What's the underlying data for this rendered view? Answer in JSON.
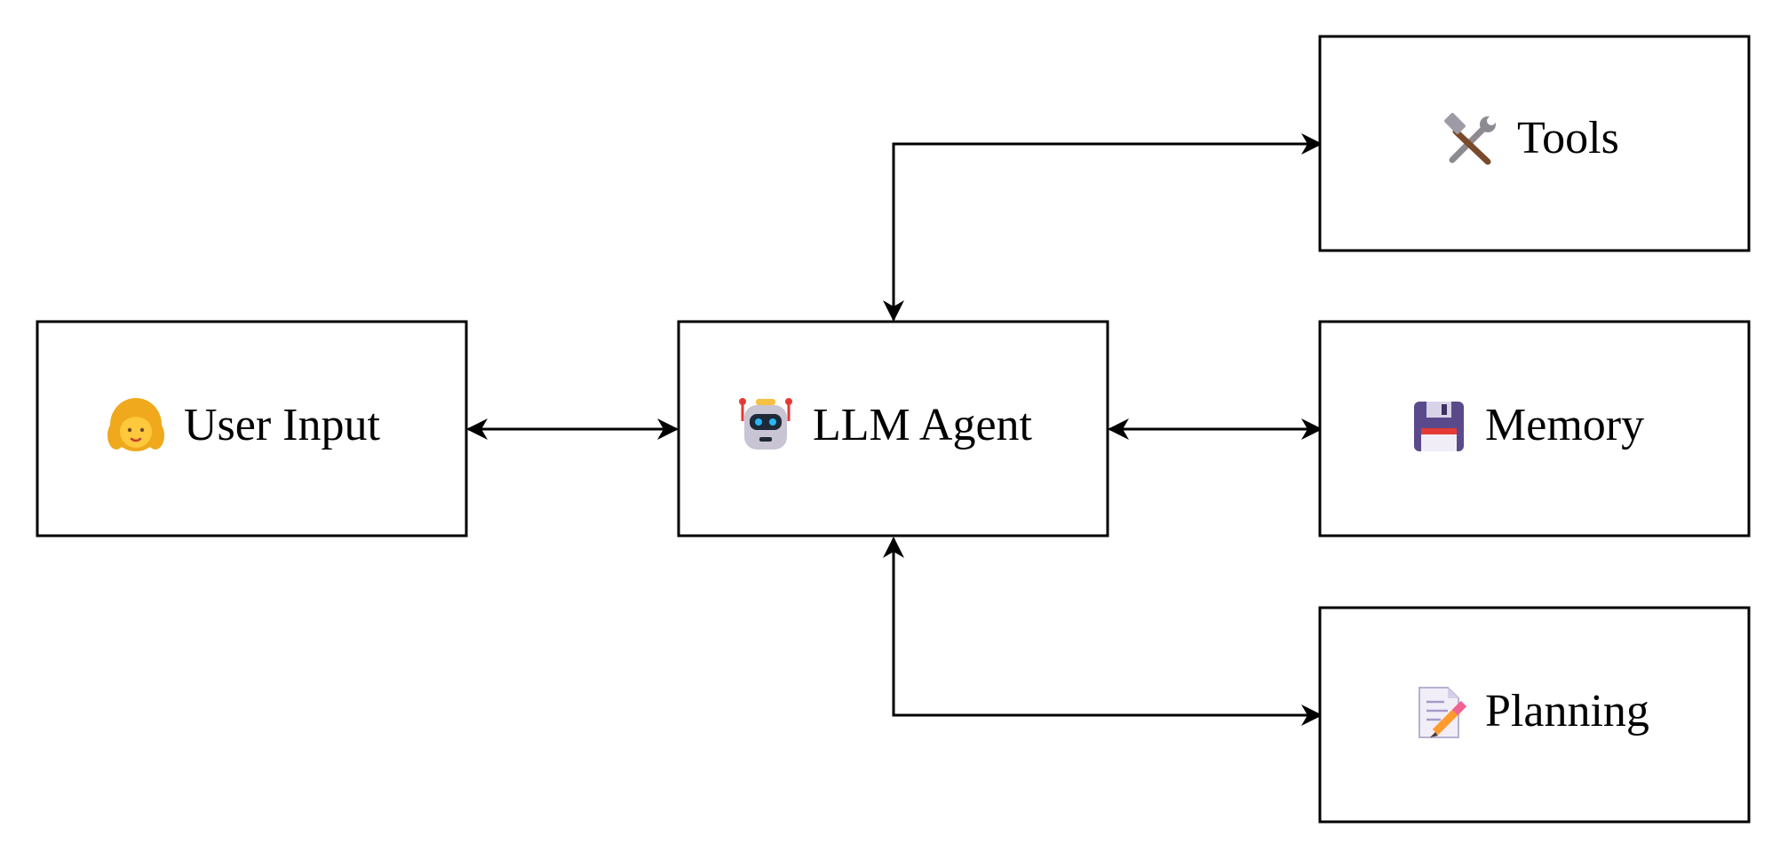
{
  "colors": {
    "stroke": "#000000",
    "background": "#ffffff"
  },
  "nodes": {
    "user_input": {
      "label": "User Input",
      "icon": "woman-icon"
    },
    "llm_agent": {
      "label": "LLM Agent",
      "icon": "robot-icon"
    },
    "tools": {
      "label": "Tools",
      "icon": "hammer-wrench-icon"
    },
    "memory": {
      "label": "Memory",
      "icon": "floppy-disk-icon"
    },
    "planning": {
      "label": "Planning",
      "icon": "memo-pencil-icon"
    }
  },
  "connections": [
    {
      "from": "user_input",
      "to": "llm_agent",
      "direction": "both"
    },
    {
      "from": "llm_agent",
      "to": "tools",
      "direction": "both"
    },
    {
      "from": "llm_agent",
      "to": "memory",
      "direction": "both"
    },
    {
      "from": "llm_agent",
      "to": "planning",
      "direction": "both"
    }
  ]
}
